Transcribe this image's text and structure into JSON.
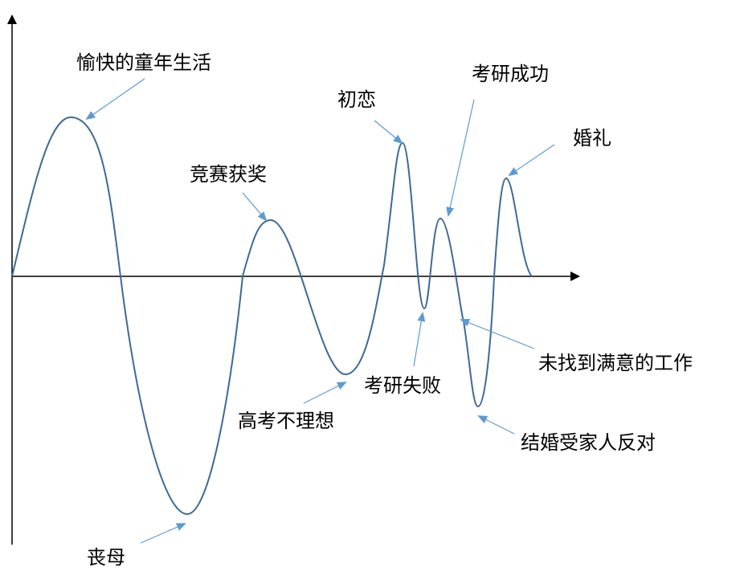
{
  "colors": {
    "axis": "#000000",
    "curve": "#3e6a94",
    "arrow": "#5b9bd5",
    "text": "#000000"
  },
  "events": [
    {
      "id": "happy-childhood",
      "label": "愉快的童年生活",
      "sentiment": "positive"
    },
    {
      "id": "loss-of-mother",
      "label": "丧母",
      "sentiment": "negative"
    },
    {
      "id": "competition-award",
      "label": "竞赛获奖",
      "sentiment": "positive"
    },
    {
      "id": "poor-gaokao",
      "label": "高考不理想",
      "sentiment": "negative"
    },
    {
      "id": "first-love",
      "label": "初恋",
      "sentiment": "positive"
    },
    {
      "id": "grad-exam-failed",
      "label": "考研失败",
      "sentiment": "negative"
    },
    {
      "id": "grad-exam-passed",
      "label": "考研成功",
      "sentiment": "positive"
    },
    {
      "id": "no-satisfying-job",
      "label": "未找到满意的工作",
      "sentiment": "negative"
    },
    {
      "id": "marriage-opposed",
      "label": "结婚受家人反对",
      "sentiment": "negative"
    },
    {
      "id": "wedding",
      "label": "婚礼",
      "sentiment": "positive"
    }
  ]
}
